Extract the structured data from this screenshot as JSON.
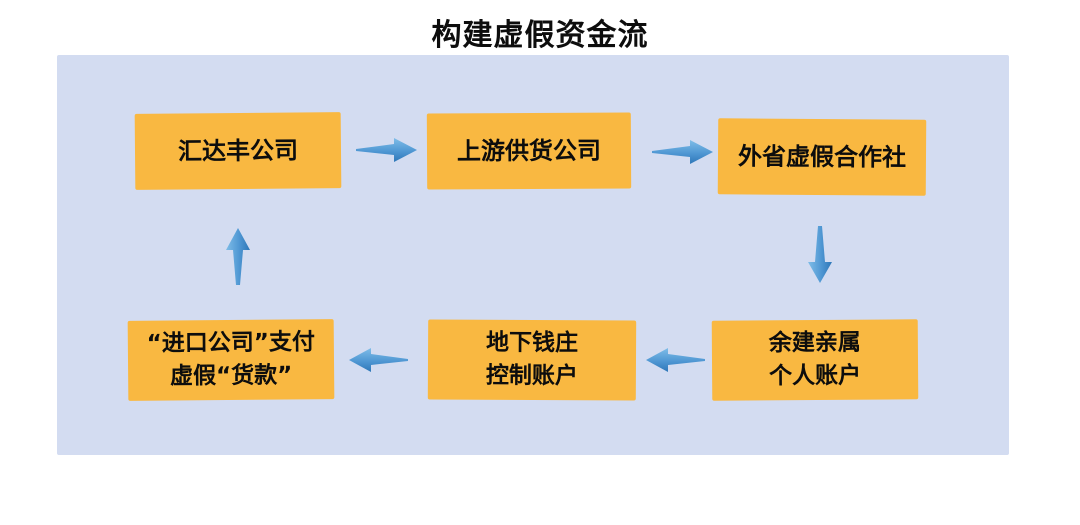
{
  "title": "构建虚假资金流",
  "colors": {
    "page_bg": "#ffffff",
    "panel_bg": "#d3dcf1",
    "node_bg": "#f9b841",
    "arrow_light": "#7fbde8",
    "arrow_dark": "#2e77b8",
    "text": "#0d0d0d"
  },
  "nodes": {
    "huidafeng": {
      "label": "汇达丰公司"
    },
    "upstream": {
      "label": "上游供货公司"
    },
    "coop": {
      "label": "外省虚假合作社"
    },
    "relatives": {
      "line1": "余建亲属",
      "line2": "个人账户"
    },
    "bank": {
      "line1": "地下钱庄",
      "line2": "控制账户"
    },
    "importer": {
      "line1": "“进口公司”支付",
      "line2": "虚假“货款”"
    }
  },
  "edges": [
    {
      "from": "汇达丰公司",
      "to": "上游供货公司",
      "direction": "right"
    },
    {
      "from": "上游供货公司",
      "to": "外省虚假合作社",
      "direction": "right"
    },
    {
      "from": "外省虚假合作社",
      "to": "余建亲属个人账户",
      "direction": "down"
    },
    {
      "from": "余建亲属个人账户",
      "to": "地下钱庄控制账户",
      "direction": "left"
    },
    {
      "from": "地下钱庄控制账户",
      "to": "“进口公司”支付虚假“货款”",
      "direction": "left"
    },
    {
      "from": "“进口公司”支付虚假“货款”",
      "to": "汇达丰公司",
      "direction": "up"
    }
  ]
}
